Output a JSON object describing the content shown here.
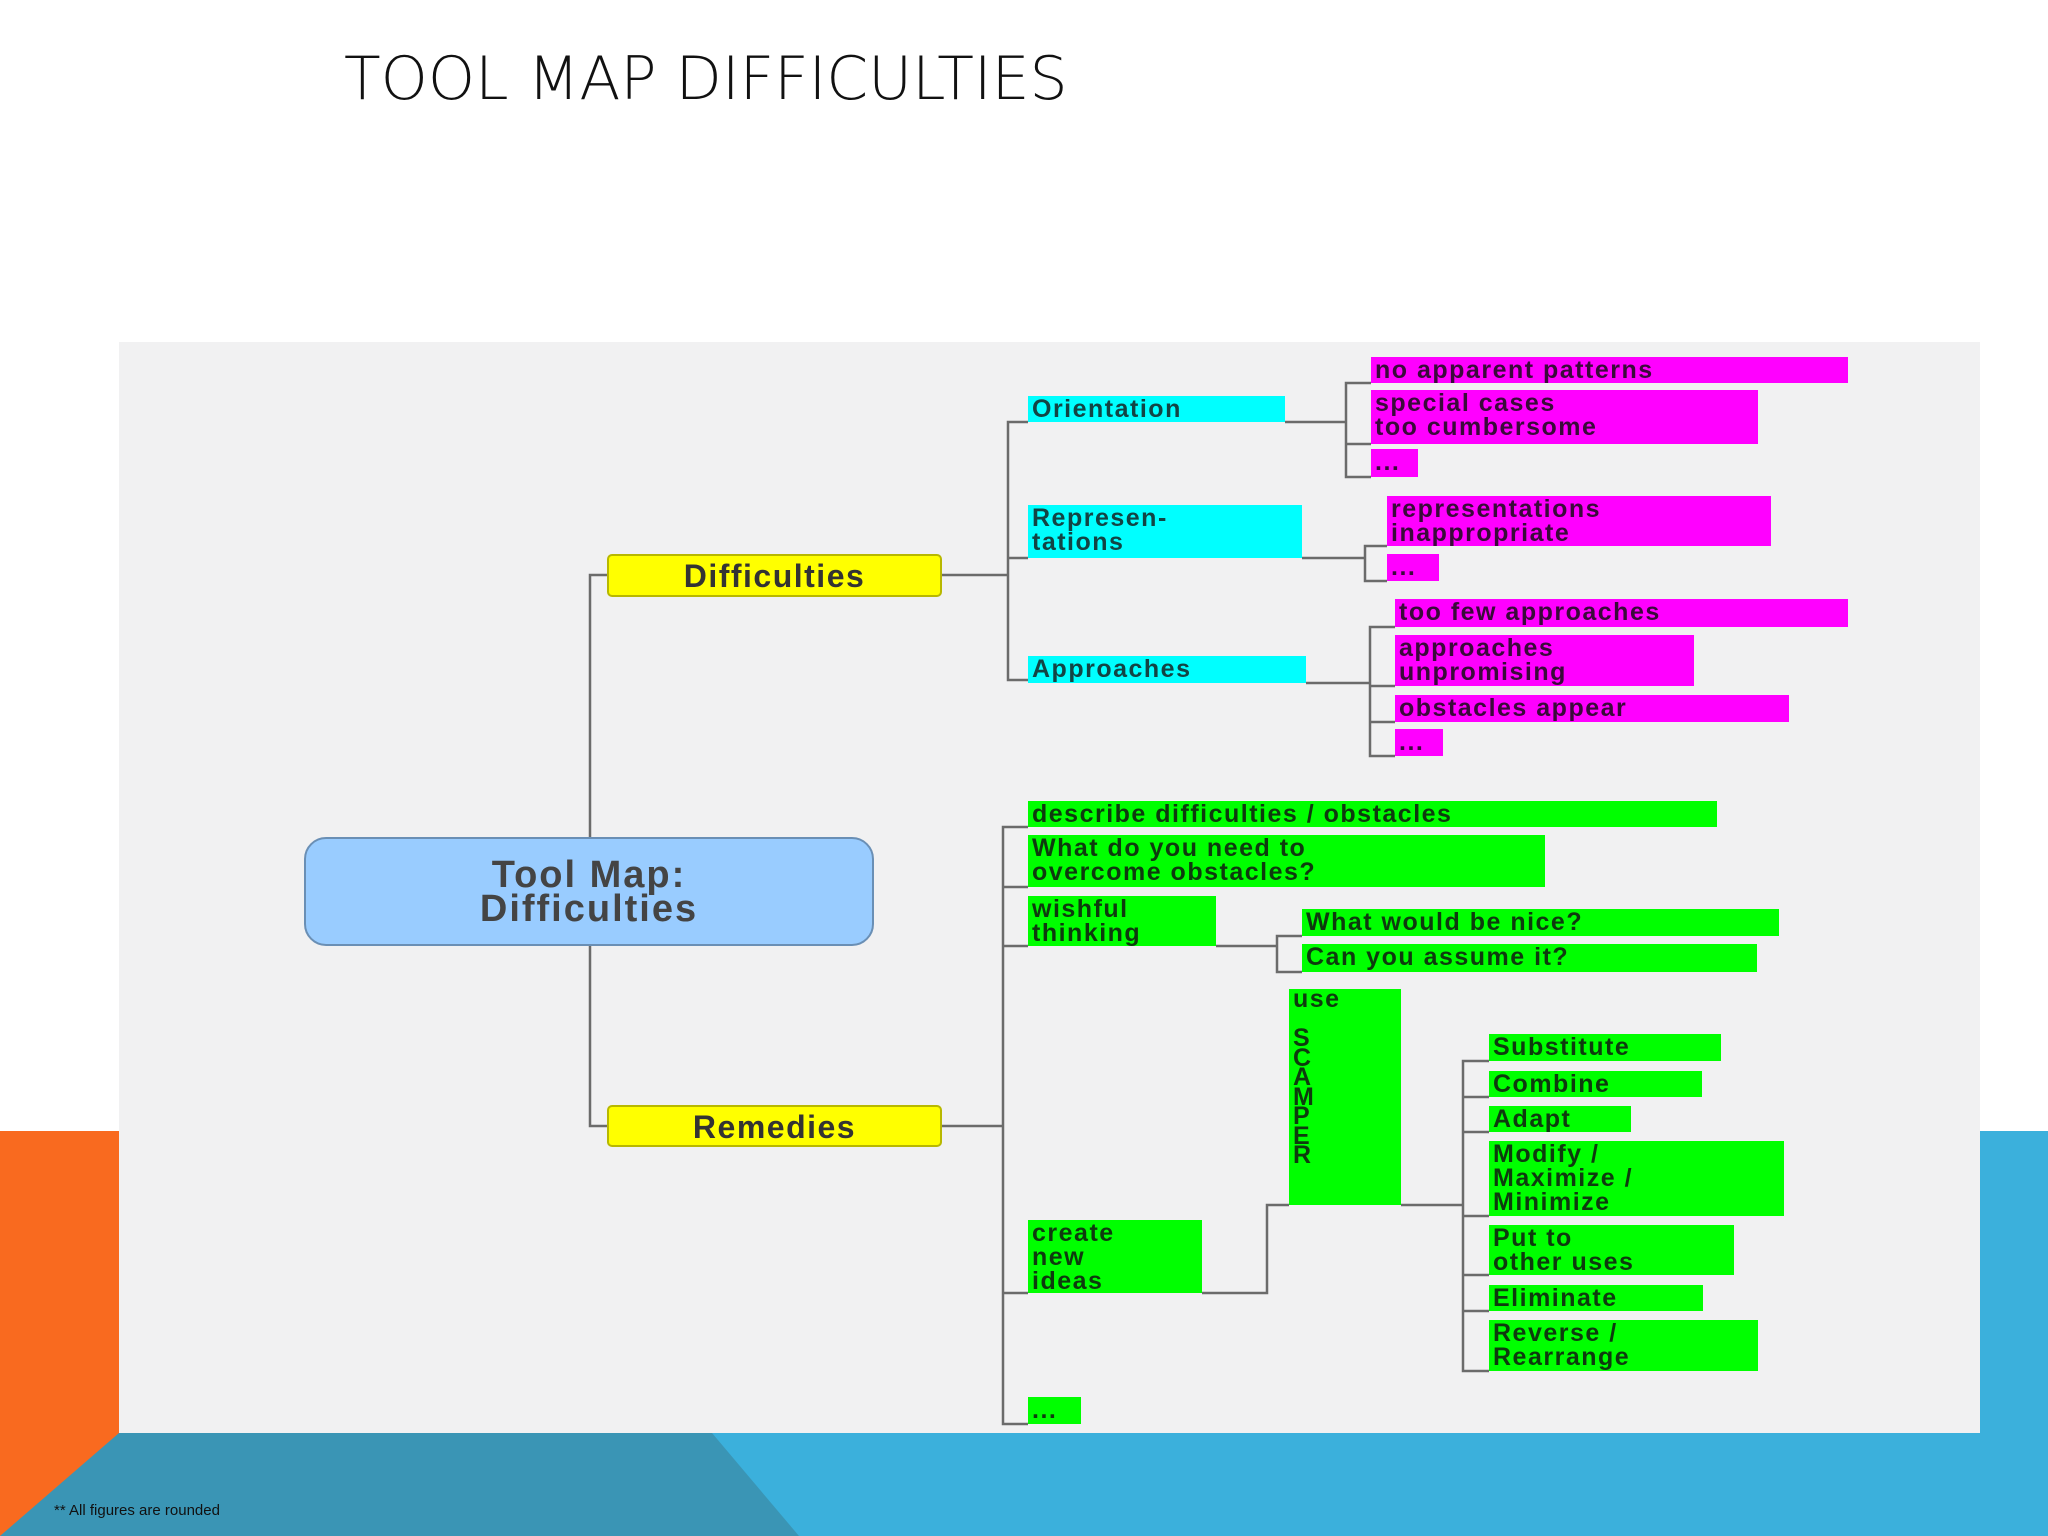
{
  "slide": {
    "title": "TOOL MAP DIFFICULTIES",
    "footnote": "** All figures are rounded",
    "colors": {
      "orange": "#f96a1f",
      "teal": "#3a95b5",
      "light_blue": "#3bb0dc"
    }
  },
  "mindmap": {
    "root": "Tool Map:\nDifficulties",
    "difficulties": {
      "label": "Difficulties",
      "orientation": {
        "label": "Orientation",
        "items": [
          "no apparent patterns",
          "special cases\ntoo cumbersome",
          "..."
        ]
      },
      "representations": {
        "label": "Represen-\ntations",
        "items": [
          "representations\ninappropriate",
          "..."
        ]
      },
      "approaches": {
        "label": "Approaches",
        "items": [
          "too few approaches",
          "approaches\nunpromising",
          "obstacles appear",
          "..."
        ]
      }
    },
    "remedies": {
      "label": "Remedies",
      "describe": "describe difficulties / obstacles",
      "need": "What do you need to\novercome obstacles?",
      "wishful": {
        "label": "wishful\nthinking",
        "items": [
          "What would be nice?",
          "Can you assume it?"
        ]
      },
      "create": {
        "label": "create\nnew\nideas",
        "scamper": "use\n\nS\nC\nA\nM\nP\nE\nR",
        "items": [
          "Substitute",
          "Combine",
          "Adapt",
          "Modify /\nMaximize /\nMinimize",
          "Put to\nother uses",
          "Eliminate",
          "Reverse /\nRearrange"
        ]
      },
      "more": "..."
    },
    "colors": {
      "root": "#99ccff",
      "level1": "#ffff00",
      "difficulty_category": "#00ffff",
      "difficulty_item": "#ff00ff",
      "remedy": "#00ff00"
    }
  }
}
